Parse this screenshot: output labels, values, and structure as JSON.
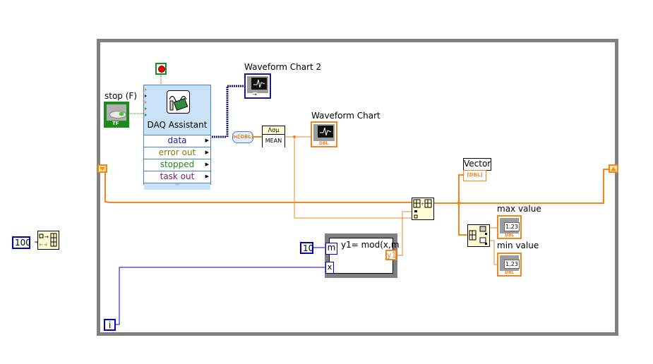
{
  "diagram": {
    "loop": {
      "type": "while-loop",
      "iteration_terminal": "i"
    },
    "constants": {
      "array_size": "100",
      "modulus": "10"
    },
    "stop_control": {
      "label": "stop (F)",
      "type_badge": "TF"
    },
    "daq_assistant": {
      "title": "DAQ Assistant",
      "outputs": [
        {
          "label": "data",
          "color": "#1a1aa6"
        },
        {
          "label": "error out",
          "color": "#8a7a00"
        },
        {
          "label": "stopped",
          "color": "#1d8a1d"
        },
        {
          "label": "task out",
          "color": "#7a1a7a"
        }
      ],
      "expand_glyph": "︾"
    },
    "convert_node": {
      "label": "⋈[DBL]"
    },
    "mean_node": {
      "label": "MEAN",
      "icon": "Λσμ"
    },
    "indicators": {
      "waveform_chart_2": {
        "label": "Waveform Chart 2",
        "type_badge": "⇝"
      },
      "waveform_chart": {
        "label": "Waveform Chart",
        "type_badge": "DBL"
      },
      "vector": {
        "label": "Vector",
        "type_badge": "[DBL]"
      },
      "max_value": {
        "label": "max value",
        "value": "1.23",
        "type_badge": "DBL"
      },
      "min_value": {
        "label": "min value",
        "value": "1.23",
        "type_badge": "DBL"
      }
    },
    "formula_node": {
      "formula": "y1= mod(x,m",
      "inputs": [
        "m",
        "x"
      ],
      "output": "y1"
    },
    "colors": {
      "dbl_wire": "#f5861f",
      "int_wire": "#0000cc",
      "dynamic_wire": "#1a1a8a",
      "loop_border": "#808080",
      "node_bg": "#fffbd2"
    }
  }
}
